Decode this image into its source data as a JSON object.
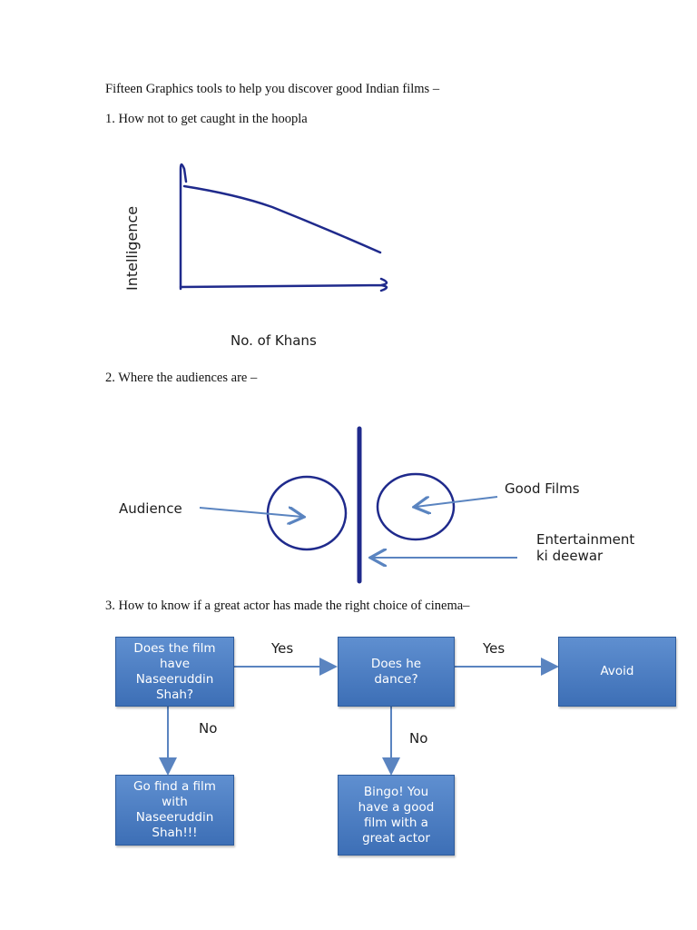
{
  "intro": "Fifteen Graphics tools to help you discover good Indian films –",
  "section1": {
    "heading": "1. How not to get caught in the hoopla",
    "ylabel": "Intelligence",
    "xlabel": "No. of Khans"
  },
  "section2": {
    "heading": "2. Where the audiences are –",
    "label_audience": "Audience",
    "label_good_films": "Good Films",
    "label_wall_line1": "Entertainment",
    "label_wall_line2": "ki deewar"
  },
  "section3": {
    "heading": "3. How to know if a great actor has made the right choice of cinema–",
    "box_q1": "Does the film have Naseeruddin Shah?",
    "box_q2": "Does he dance?",
    "box_avoid": "Avoid",
    "box_go_find": "Go find a film with Naseeruddin Shah!!!",
    "box_bingo": "Bingo! You have a good film with a great actor",
    "edge_yes_1": "Yes",
    "edge_yes_2": "Yes",
    "edge_no_1": "No",
    "edge_no_2": "No"
  },
  "colors": {
    "sketch": "#1f2a8c",
    "box_fill": "#4a7cc2",
    "arrow": "#5a84c0"
  }
}
